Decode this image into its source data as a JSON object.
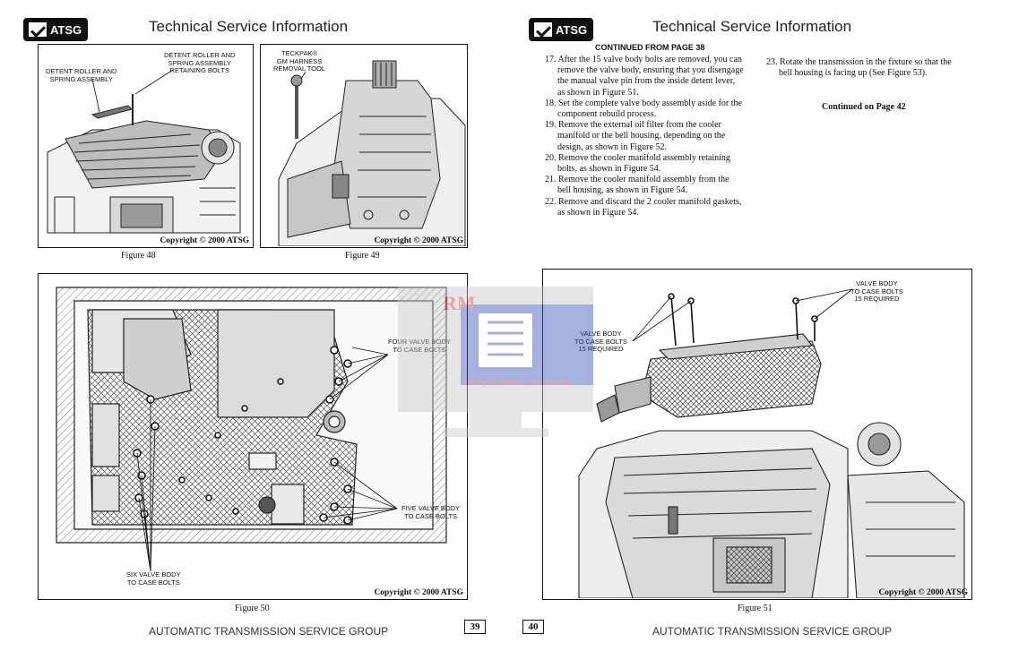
{
  "left_page": {
    "logo_text": "ATSG",
    "header": "Technical Service Information",
    "fig48": {
      "label_a": "DETENT ROLLER AND\nSPRING ASSEMBLY",
      "label_b": "DETENT ROLLER AND\nSPRING ASSEMBLY\nRETAINING BOLTS",
      "copyright": "Copyright © 2000 ATSG",
      "caption": "Figure 48"
    },
    "fig49": {
      "label_a": "TECKPAK®\nGM HARNESS\nREMOVAL TOOL",
      "copyright": "Copyright © 2000 ATSG",
      "caption": "Figure 49"
    },
    "fig50": {
      "label_four": "FOUR VALVE BODY\nTO CASE BOLTS",
      "label_five": "FIVE VALVE BODY\nTO CASE BOLTS",
      "label_six": "SIX VALVE BODY\nTO CASE BOLTS",
      "copyright": "Copyright © 2000 ATSG",
      "caption": "Figure 50"
    },
    "footer": "AUTOMATIC TRANSMISSION SERVICE GROUP",
    "page_number": "39"
  },
  "right_page": {
    "logo_text": "ATSG",
    "header": "Technical Service Information",
    "continued_from": "CONTINUED FROM PAGE 38",
    "steps": [
      "17. After the 15 valve body bolts are removed, you can remove the valve body, ensuring that you disengage the manual valve pin from the inside detent lever, as shown in Figure 51.",
      "18. Set the complete valve body assembly aside for the component rebuild process.",
      "19. Remove the external oil filter from the cooler manifold or the bell housing, depending on the design, as shown in Figure 52.",
      "20. Remove the cooler manifold assembly retaining bolts, as shown in Figure 54.",
      "21. Remove the cooler manifold assembly from the bell housing, as shown in Figure 54.",
      "22. Remove and discard the 2 cooler manifold gaskets, as shown in Figure 54."
    ],
    "step23": "23. Rotate the transmission in the fixture so that the bell housing is facing up (See Figure 53).",
    "continued_on": "Continued on Page 42",
    "fig51": {
      "label_left": "VALVE BODY\nTO CASE BOLTS\n15 REQUIRED",
      "label_right": "VALVE BODY\nTO CASE BOLTS\n15 REQUIRED",
      "copyright": "Copyright © 2000 ATSG",
      "caption": "Figure 51"
    },
    "footer": "AUTOMATIC TRANSMISSION SERVICE GROUP",
    "page_number": "40"
  },
  "watermark": {
    "letters": "RM",
    "tagline": "Cheap Reliable Guaranteed"
  }
}
